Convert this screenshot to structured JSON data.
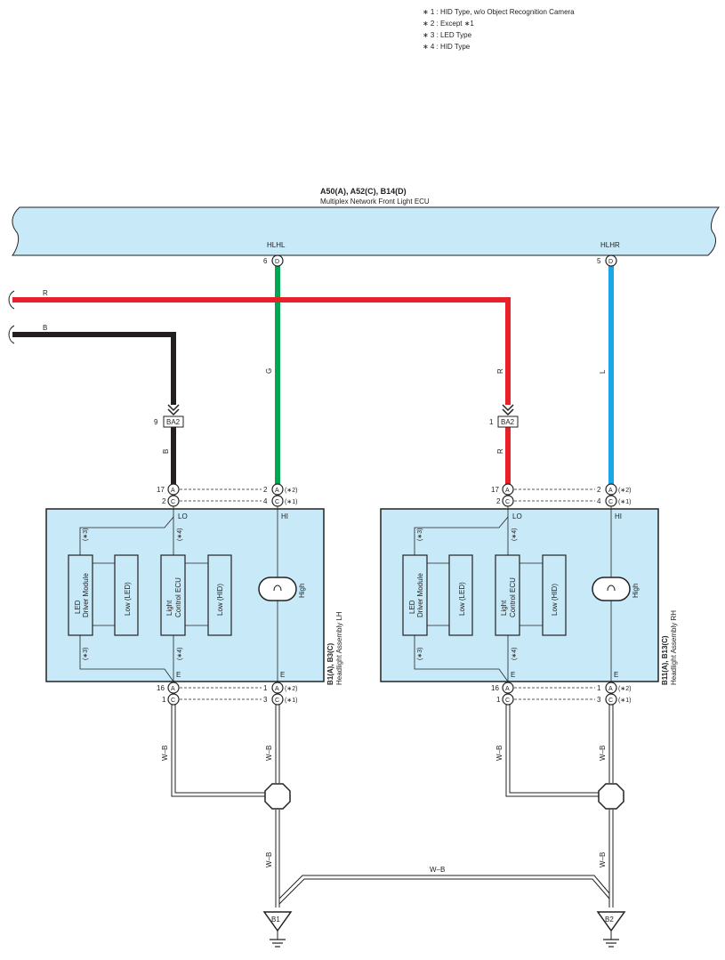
{
  "notes": [
    "∗ 1 : HID Type,  w/o Object Recognition Camera",
    "∗ 2 : Except ∗1",
    "∗ 3 : LED Type",
    "∗ 4 : HID Type"
  ],
  "ecu": {
    "code": "A50(A), A52(C), B14(D)",
    "name": "Multiplex Network Front Light ECU",
    "hlhl": "HLHL",
    "hlhr": "HLHR",
    "pin_hlhl": "6",
    "pin_hlhr": "5",
    "conn": "D"
  },
  "wires": {
    "R": "R",
    "B": "B",
    "G": "G",
    "L": "L",
    "WB": "W–B"
  },
  "junction": {
    "label": "BA2",
    "pin_left": "9",
    "pin_right": "1"
  },
  "colors": {
    "red": "#e8202a",
    "black": "#231f20",
    "green": "#00a650",
    "blue": "#1ba6e6",
    "fill": "#c7e9f8"
  },
  "connectors": {
    "A": "A",
    "C": "C"
  },
  "pins": {
    "p17": "17",
    "p2": "2",
    "p4": "4",
    "p16": "16",
    "p1": "1",
    "p3": "3",
    "n2": "(∗2)",
    "n1": "(∗1)"
  },
  "headlight": {
    "lo": "LO",
    "hi": "HI",
    "e": "E",
    "n3": "(∗3)",
    "n4": "(∗4)",
    "led_driver_1": "LED",
    "led_driver_2": "Driver Module",
    "low_led": "Low (LED)",
    "light_ctrl_1": "Light",
    "light_ctrl_2": "Control ECU",
    "low_hid": "Low (HID)",
    "high": "High"
  },
  "lh": {
    "code": "B1(A), B3(C)",
    "name": "Headlight Assembly LH"
  },
  "rh": {
    "code": "B11(A), B13(C)",
    "name": "Headlight Assembly RH"
  },
  "grounds": {
    "g1": "B1",
    "g2": "B2"
  }
}
